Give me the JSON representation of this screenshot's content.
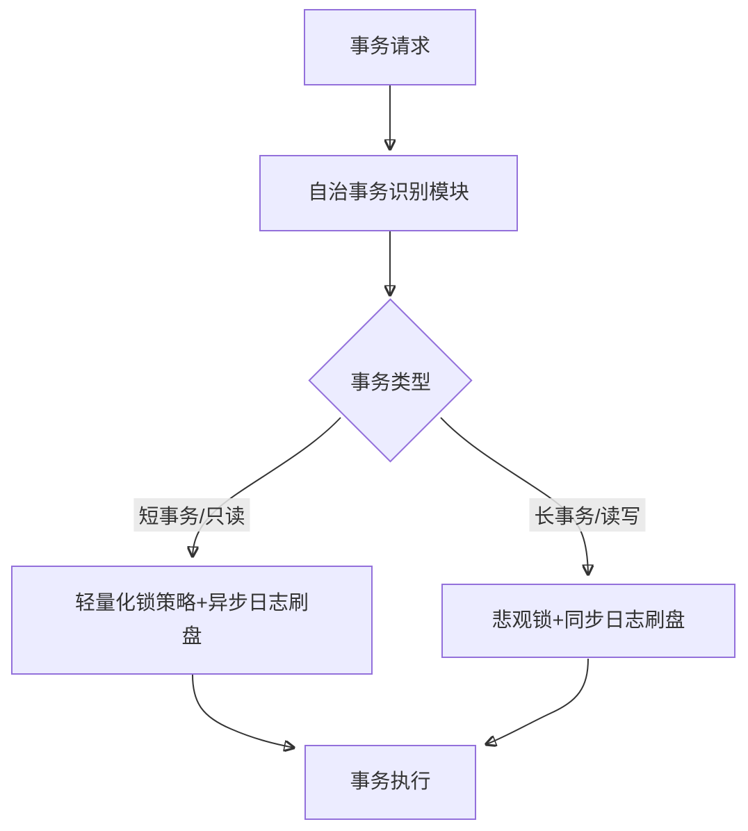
{
  "diagram": {
    "type": "flowchart",
    "direction": "top-down",
    "colors": {
      "node_fill": "#ECECFF",
      "node_border": "#9370DB",
      "edge_stroke": "#333333",
      "edge_label_background": "#e8e8e8",
      "text": "#333333",
      "background": "#ffffff"
    },
    "nodes": {
      "request": {
        "shape": "rect",
        "label": "事务请求"
      },
      "module": {
        "shape": "rect",
        "label": "自治事务识别模块"
      },
      "decision": {
        "shape": "diamond",
        "label": "事务类型"
      },
      "short_path": {
        "shape": "rect",
        "label": "轻量化锁策略+异步日志刷盘"
      },
      "long_path": {
        "shape": "rect",
        "label": "悲观锁+同步日志刷盘"
      },
      "execute": {
        "shape": "rect",
        "label": "事务执行"
      }
    },
    "edges": [
      {
        "from": "request",
        "to": "module",
        "label": ""
      },
      {
        "from": "module",
        "to": "decision",
        "label": ""
      },
      {
        "from": "decision",
        "to": "short_path",
        "label": "短事务/只读"
      },
      {
        "from": "decision",
        "to": "long_path",
        "label": "长事务/读写"
      },
      {
        "from": "short_path",
        "to": "execute",
        "label": ""
      },
      {
        "from": "long_path",
        "to": "execute",
        "label": ""
      }
    ],
    "edge_labels": {
      "short": "短事务/只读",
      "long": "长事务/读写"
    }
  }
}
